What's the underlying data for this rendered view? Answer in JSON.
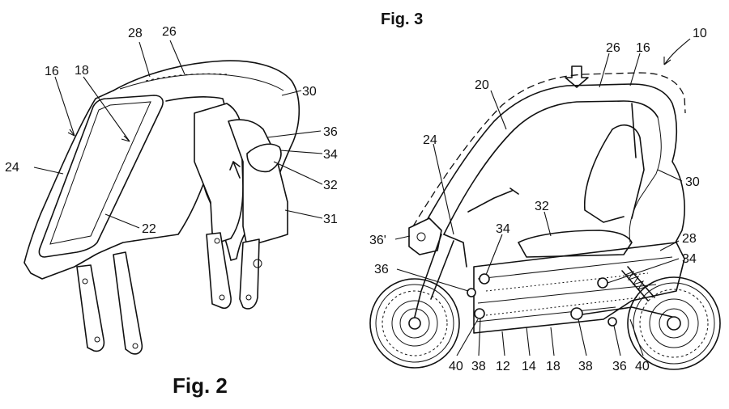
{
  "figures": {
    "fig2": {
      "title": "Fig. 2",
      "labels": {
        "l28": "28",
        "l26": "26",
        "l16": "16",
        "l18": "18",
        "l30": "30",
        "l36": "36",
        "l34": "34",
        "l24": "24",
        "l32": "32",
        "l22": "22",
        "l31": "31"
      }
    },
    "fig3": {
      "title": "Fig. 3",
      "labels": {
        "l10": "10",
        "l26": "26",
        "l16": "16",
        "l20": "20",
        "l24": "24",
        "l30": "30",
        "l32": "32",
        "l36p": "36'",
        "l34a": "34",
        "l28": "28",
        "l34b": "34",
        "l36a": "36",
        "l40a": "40",
        "l38a": "38",
        "l12": "12",
        "l14": "14",
        "l18": "18",
        "l38b": "38",
        "l36b": "36",
        "l40b": "40"
      }
    }
  }
}
